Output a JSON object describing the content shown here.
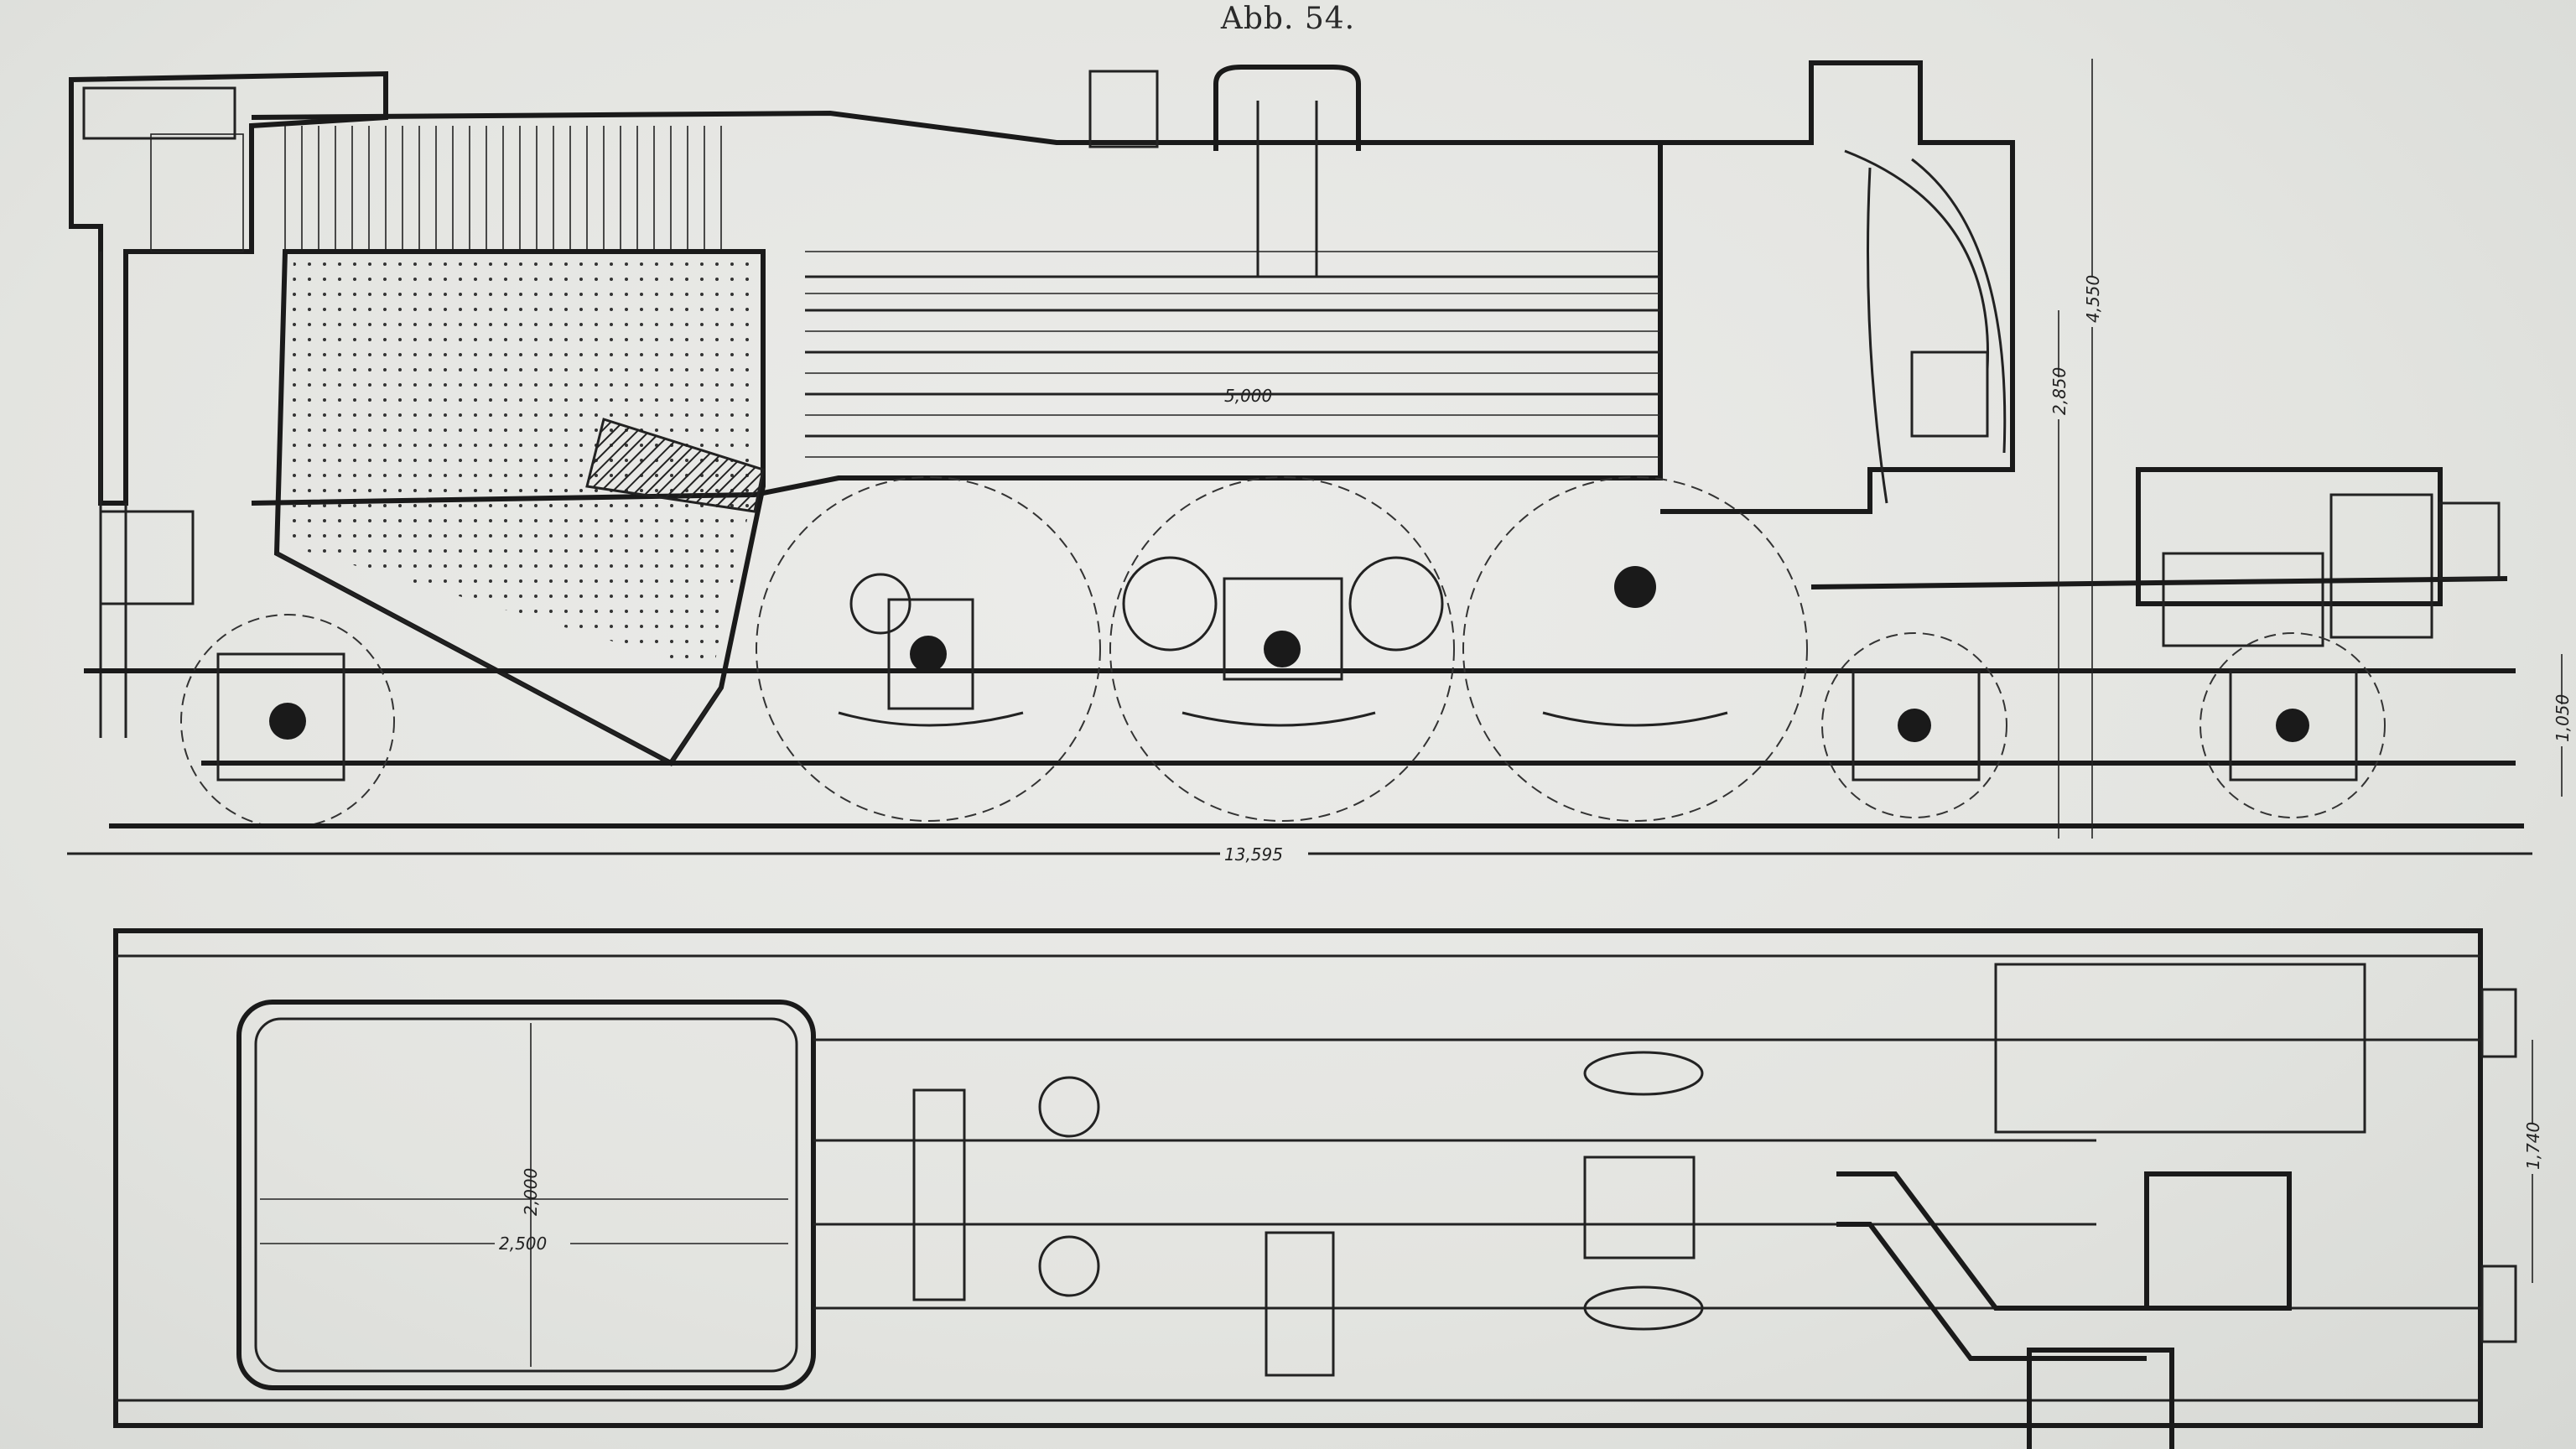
{
  "caption": "Abb. 54.",
  "dimensions": {
    "tube_length": "5,000",
    "overall_length": "13,595",
    "boiler_height": "4,550",
    "axle_to_chimney": "2,850",
    "buffer_height": "1,050",
    "firebox_width": "2,000",
    "firebox_length": "2,500",
    "buffer_spacing": "1,740"
  },
  "colors": {
    "paper": "#e4e5e1",
    "ink": "#222222"
  }
}
